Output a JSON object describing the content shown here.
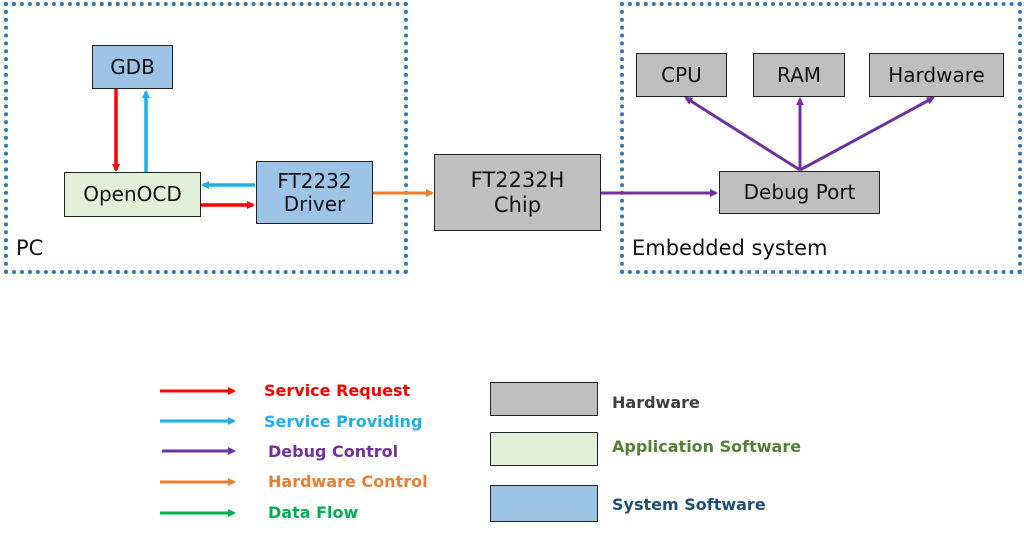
{
  "regions": {
    "pc": "PC",
    "embedded": "Embedded system"
  },
  "nodes": {
    "gdb": "GDB",
    "openocd": "OpenOCD",
    "ft2232_driver": "FT2232\nDriver",
    "ft2232h_chip": "FT2232H\nChip",
    "debug_port": "Debug Port",
    "cpu": "CPU",
    "ram": "RAM",
    "hardware": "Hardware"
  },
  "colors": {
    "service_request": "#ff0000",
    "service_providing": "#1ab0e8",
    "debug_control": "#7030a0",
    "hardware_control": "#ed7d31",
    "data_flow": "#00b050",
    "region_border": "#2e75b6",
    "hardware_fill": "#bfbfbf",
    "application_fill": "#e2efd9",
    "system_fill": "#9dc3e6"
  },
  "legend_arrows": [
    {
      "label": "Service Request",
      "color": "#ff0000"
    },
    {
      "label": "Service Providing",
      "color": "#1ab0e8"
    },
    {
      "label": "Debug Control",
      "color": "#7030a0"
    },
    {
      "label": "Hardware Control",
      "color": "#ed7d31"
    },
    {
      "label": "Data Flow",
      "color": "#00b050"
    }
  ],
  "legend_boxes": [
    {
      "label": "Hardware",
      "text_color": "#404040"
    },
    {
      "label": "Application Software",
      "text_color": "#538135"
    },
    {
      "label": "System Software",
      "text_color": "#1f4e79"
    }
  ]
}
